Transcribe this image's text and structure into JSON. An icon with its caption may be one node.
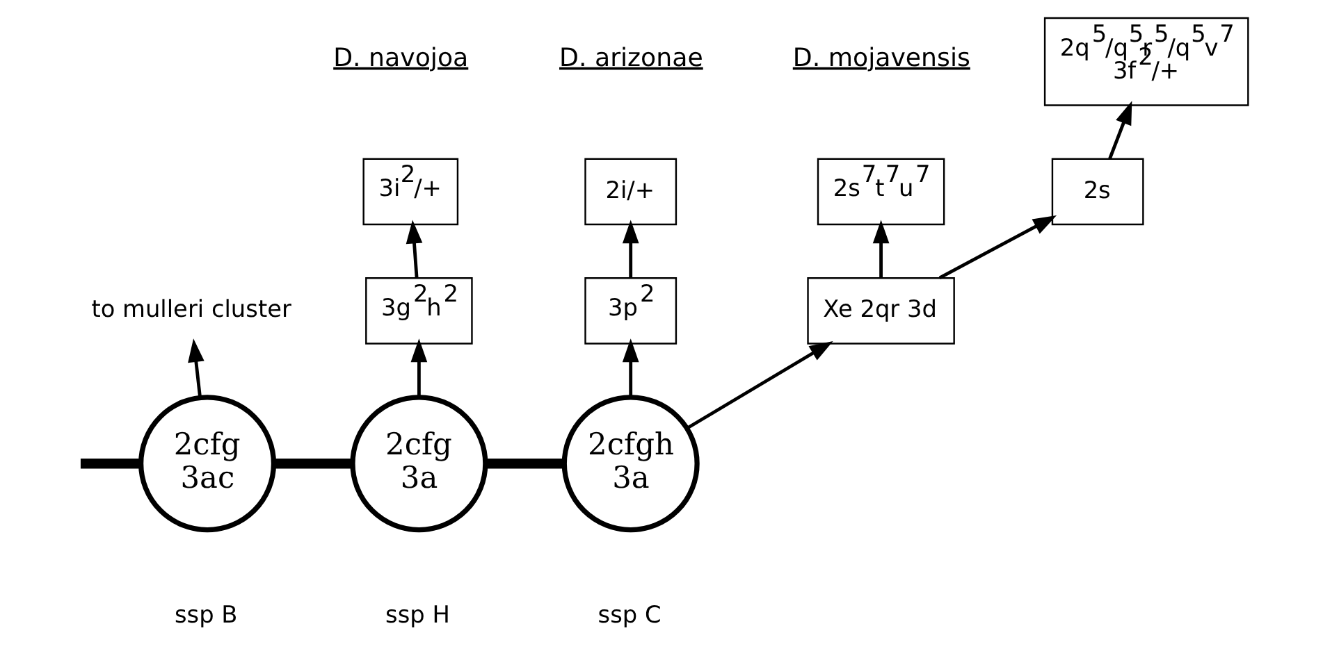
{
  "diagram": {
    "nodes": [
      {
        "text": [
          "2cfg 3ac"
        ],
        "beside": [
          "ssp B"
        ]
      },
      {
        "text": [
          "2cfg 3a"
        ],
        "beside": [
          "ssp H"
        ]
      },
      {
        "text": [
          "2cfgh 3a"
        ],
        "beside": [
          "ssp C"
        ]
      },
      {
        "text": [
          "to mulleri cluster"
        ]
      },
      {
        "text": [
          "3g$^{2}$h$^{2}$"
        ]
      },
      {
        "text": [
          "3i$^{2}$/+"
        ]
      },
      {
        "text": [
          "3p$^{2}$"
        ]
      },
      {
        "text": [
          "2i/+"
        ]
      },
      {
        "text": [
          "Xe 2qr 3d"
        ]
      },
      {
        "text": [
          "2s$^{7}$t$^{7}$u$^{7}$"
        ]
      },
      {
        "text": [
          "2s"
        ]
      },
      {
        "text": [
          "2q$^{5}$/q$^{5}$r$^{5}$/q$^{5}$v$^{7}$",
          "3f$^{2}$/+"
        ]
      }
    ],
    "edges": [
      {
        "from": null,
        "to": 0,
        "arrow": "none",
        "style": "thick"
      },
      {
        "from": 0,
        "to": 1,
        "arrow": "none",
        "style": "thick"
      },
      {
        "from": 1,
        "to": 2,
        "arrow": "none",
        "style": "thick"
      },
      {
        "from": 0,
        "to": 3,
        "arrow": "to"
      },
      {
        "from": 1,
        "to": 4,
        "arrow": "to"
      },
      {
        "from": 4,
        "to": 5,
        "arrow": "to"
      },
      {
        "from": 2,
        "to": 6,
        "arrow": "to"
      },
      {
        "from": 6,
        "to": 7,
        "arrow": "to"
      },
      {
        "from": 2,
        "to": 8,
        "arrow": "to"
      },
      {
        "from": 8,
        "to": 9,
        "arrow": "to"
      },
      {
        "from": 8,
        "to": 10,
        "arrow": "to"
      },
      {
        "from": 10,
        "to": 11,
        "arrow": "to"
      }
    ],
    "labels": [
      "D. navojoa",
      "D. arizonae",
      "D. mojavensis"
    ]
  }
}
